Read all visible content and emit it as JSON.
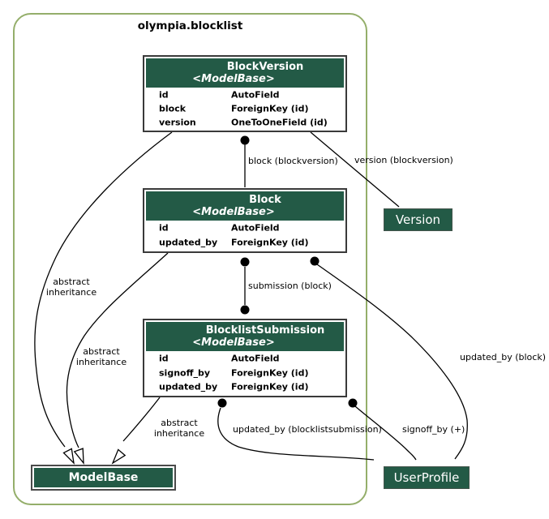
{
  "cluster": {
    "title": "olympia.blocklist"
  },
  "models": [
    {
      "name": "BlockVersion",
      "base": "<ModelBase>",
      "fields": [
        {
          "name": "id",
          "type": "AutoField"
        },
        {
          "name": "block",
          "type": "ForeignKey (id)"
        },
        {
          "name": "version",
          "type": "OneToOneField (id)"
        }
      ]
    },
    {
      "name": "Block",
      "base": "<ModelBase>",
      "fields": [
        {
          "name": "id",
          "type": "AutoField"
        },
        {
          "name": "updated_by",
          "type": "ForeignKey (id)"
        }
      ]
    },
    {
      "name": "BlocklistSubmission",
      "base": "<ModelBase>",
      "fields": [
        {
          "name": "id",
          "type": "AutoField"
        },
        {
          "name": "signoff_by",
          "type": "ForeignKey (id)"
        },
        {
          "name": "updated_by",
          "type": "ForeignKey (id)"
        }
      ]
    }
  ],
  "external_nodes": {
    "version": "Version",
    "userprofile": "UserProfile",
    "modelbase": "ModelBase"
  },
  "edges": {
    "block_fk": "block (blockversion)",
    "version_o2o": "version (blockversion)",
    "submission": "submission (block)",
    "updated_by_block": "updated_by (block)",
    "updated_by_bls": "updated_by (blocklistsubmission)",
    "signoff_by": "signoff_by (+)",
    "inheritance": {
      "l1": "abstract",
      "l2": "inheritance"
    }
  },
  "colors": {
    "node_fill": "#235a46",
    "cluster_border": "#94ae6a",
    "table_border": "#3a3a3a",
    "text_on_green": "#ffffff",
    "edge": "#000000"
  }
}
